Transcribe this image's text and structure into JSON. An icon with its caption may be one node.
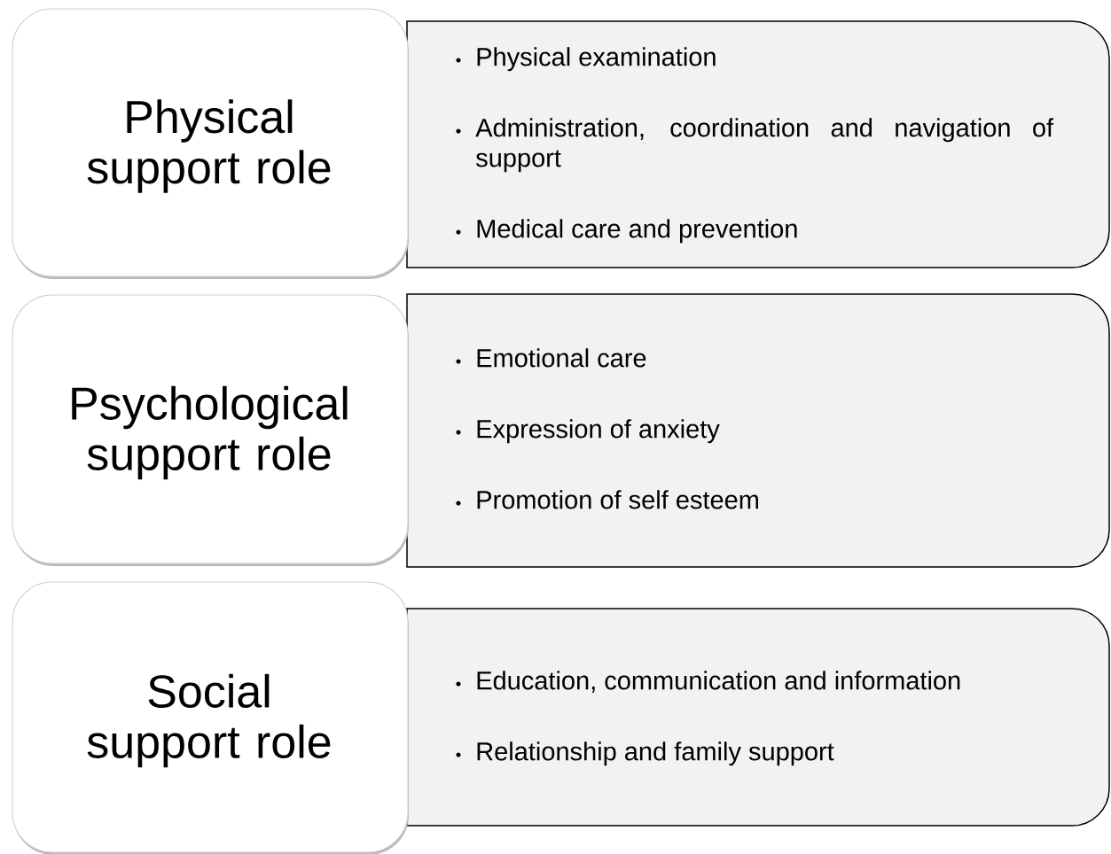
{
  "diagram": {
    "nodes": [
      {
        "text": [
          "Physical support role"
        ]
      },
      {
        "text": [
          "Physical examination",
          "Administration, coordination and navigation of support",
          "Medical care and prevention"
        ]
      },
      {
        "text": [
          "Psychological support role"
        ]
      },
      {
        "text": [
          "Emotional care",
          "Expression of anxiety",
          "Promotion of self esteem"
        ]
      },
      {
        "text": [
          "Social support role"
        ]
      },
      {
        "text": [
          "Education, communication and information",
          "Relationship and family support"
        ]
      }
    ]
  }
}
